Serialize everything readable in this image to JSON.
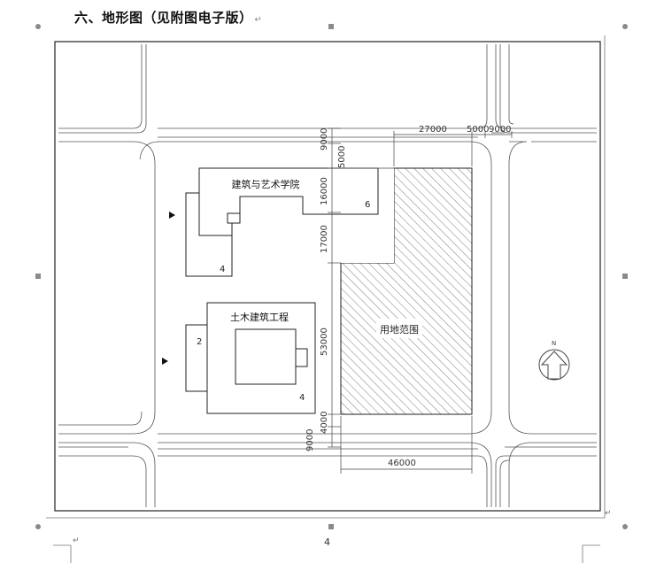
{
  "heading": "六、地形图（见附图电子版）",
  "para_mark": "↵",
  "page_number": "4",
  "drawing": {
    "buildings": {
      "arts_name": "建筑与艺术学院",
      "arts_num_6": "6",
      "arts_num_4": "4",
      "civil_name": "土木建筑工程",
      "civil_num_2": "2",
      "civil_num_4": "4"
    },
    "site_label": "用地范围",
    "north_label": "N",
    "dimensions": {
      "top_a": "27000",
      "top_b": "5000",
      "top_c": "9000",
      "v1": "9000",
      "v2": "5000",
      "v3": "16000",
      "v4": "17000",
      "v5": "53000",
      "v6": "4000",
      "v7": "9000",
      "bottom": "46000"
    }
  }
}
